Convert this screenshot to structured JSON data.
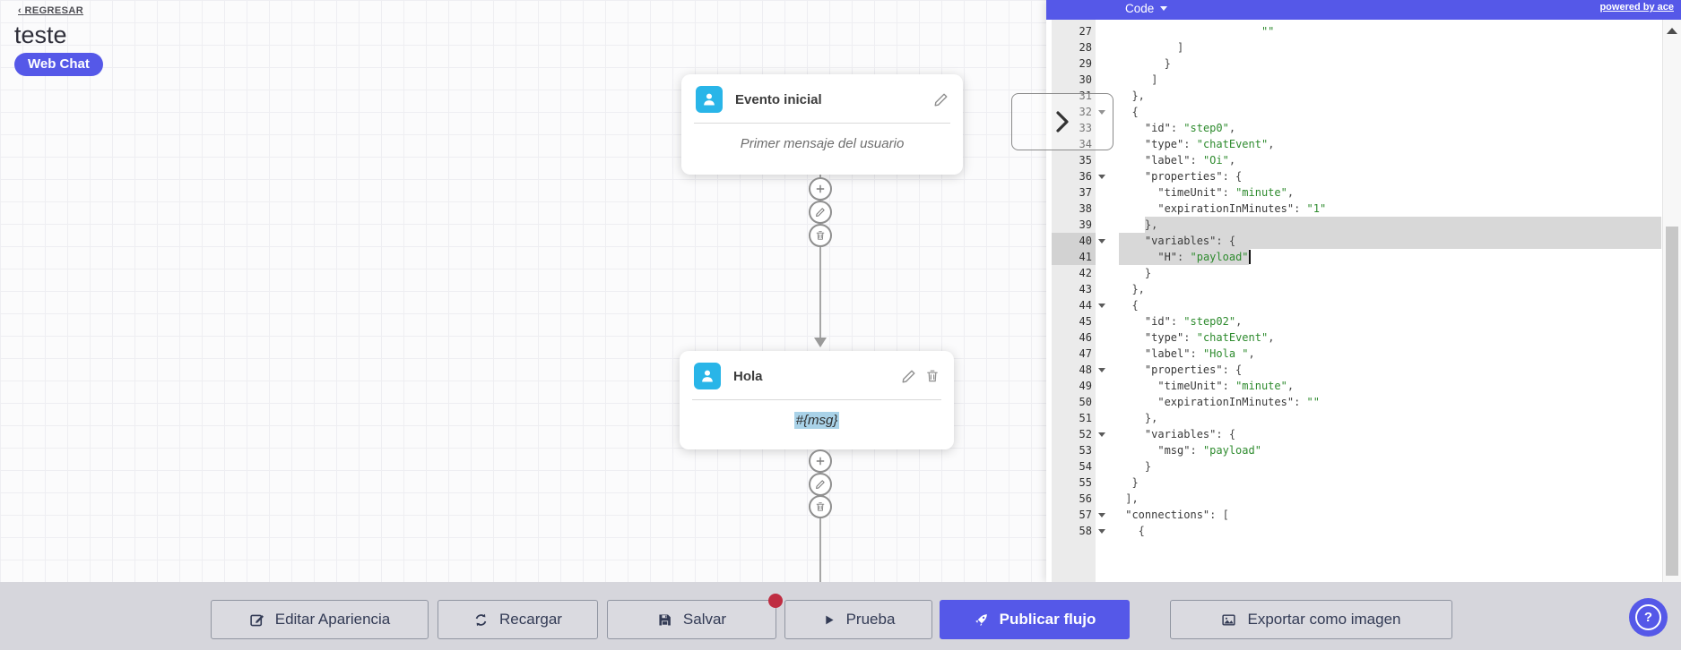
{
  "flow": {
    "back_link": "‹ REGRESAR",
    "title": "teste",
    "channel_badge": "Web Chat",
    "nodes": [
      {
        "title": "Evento inicial",
        "body": "Primer mensaje del usuario"
      },
      {
        "title": "Hola",
        "body": "#{msg}"
      }
    ]
  },
  "code_panel": {
    "title": "Code",
    "powered_by": "powered by ace",
    "cursor": {
      "line": 41,
      "ch": 20
    },
    "lines": [
      {
        "n": 27,
        "seg": [
          [
            "v",
            "                      \"\""
          ]
        ]
      },
      {
        "n": 28,
        "seg": [
          [
            "t",
            "         ]"
          ]
        ]
      },
      {
        "n": 29,
        "seg": [
          [
            "t",
            "       }"
          ]
        ]
      },
      {
        "n": 30,
        "seg": [
          [
            "t",
            "     ]"
          ]
        ]
      },
      {
        "n": 31,
        "seg": [
          [
            "t",
            "  },"
          ]
        ]
      },
      {
        "n": 32,
        "fold": true,
        "seg": [
          [
            "t",
            "  {"
          ]
        ]
      },
      {
        "n": 33,
        "seg": [
          [
            "t",
            "    "
          ],
          [
            "k",
            "\"id\""
          ],
          [
            "t",
            ": "
          ],
          [
            "v",
            "\"step0\""
          ],
          [
            "t",
            ","
          ]
        ]
      },
      {
        "n": 34,
        "seg": [
          [
            "t",
            "    "
          ],
          [
            "k",
            "\"type\""
          ],
          [
            "t",
            ": "
          ],
          [
            "v",
            "\"chatEvent\""
          ],
          [
            "t",
            ","
          ]
        ]
      },
      {
        "n": 35,
        "seg": [
          [
            "t",
            "    "
          ],
          [
            "k",
            "\"label\""
          ],
          [
            "t",
            ": "
          ],
          [
            "v",
            "\"Oi\""
          ],
          [
            "t",
            ","
          ]
        ]
      },
      {
        "n": 36,
        "fold": true,
        "seg": [
          [
            "t",
            "    "
          ],
          [
            "k",
            "\"properties\""
          ],
          [
            "t",
            ": {"
          ]
        ]
      },
      {
        "n": 37,
        "seg": [
          [
            "t",
            "      "
          ],
          [
            "k",
            "\"timeUnit\""
          ],
          [
            "t",
            ": "
          ],
          [
            "v",
            "\"minute\""
          ],
          [
            "t",
            ","
          ]
        ]
      },
      {
        "n": 38,
        "seg": [
          [
            "t",
            "      "
          ],
          [
            "k",
            "\"expirationInMinutes\""
          ],
          [
            "t",
            ": "
          ],
          [
            "v",
            "\"1\""
          ]
        ]
      },
      {
        "n": 39,
        "sel": {
          "start": 4,
          "toEdge": true
        },
        "seg": [
          [
            "t",
            "    },"
          ]
        ]
      },
      {
        "n": 40,
        "fold": true,
        "sel": {
          "start": 0,
          "toEdge": true,
          "active": true
        },
        "seg": [
          [
            "t",
            "    "
          ],
          [
            "k",
            "\"variables\""
          ],
          [
            "t",
            ": {"
          ]
        ]
      },
      {
        "n": 41,
        "sel": {
          "start": 0,
          "end": 20,
          "active": true
        },
        "seg": [
          [
            "t",
            "      "
          ],
          [
            "k",
            "\"H\""
          ],
          [
            "t",
            ": "
          ],
          [
            "v",
            "\"payload\""
          ]
        ]
      },
      {
        "n": 42,
        "seg": [
          [
            "t",
            "    }"
          ]
        ]
      },
      {
        "n": 43,
        "seg": [
          [
            "t",
            "  },"
          ]
        ]
      },
      {
        "n": 44,
        "fold": true,
        "seg": [
          [
            "t",
            "  {"
          ]
        ]
      },
      {
        "n": 45,
        "seg": [
          [
            "t",
            "    "
          ],
          [
            "k",
            "\"id\""
          ],
          [
            "t",
            ": "
          ],
          [
            "v",
            "\"step02\""
          ],
          [
            "t",
            ","
          ]
        ]
      },
      {
        "n": 46,
        "seg": [
          [
            "t",
            "    "
          ],
          [
            "k",
            "\"type\""
          ],
          [
            "t",
            ": "
          ],
          [
            "v",
            "\"chatEvent\""
          ],
          [
            "t",
            ","
          ]
        ]
      },
      {
        "n": 47,
        "seg": [
          [
            "t",
            "    "
          ],
          [
            "k",
            "\"label\""
          ],
          [
            "t",
            ": "
          ],
          [
            "v",
            "\"Hola \""
          ],
          [
            "t",
            ","
          ]
        ]
      },
      {
        "n": 48,
        "fold": true,
        "seg": [
          [
            "t",
            "    "
          ],
          [
            "k",
            "\"properties\""
          ],
          [
            "t",
            ": {"
          ]
        ]
      },
      {
        "n": 49,
        "seg": [
          [
            "t",
            "      "
          ],
          [
            "k",
            "\"timeUnit\""
          ],
          [
            "t",
            ": "
          ],
          [
            "v",
            "\"minute\""
          ],
          [
            "t",
            ","
          ]
        ]
      },
      {
        "n": 50,
        "seg": [
          [
            "t",
            "      "
          ],
          [
            "k",
            "\"expirationInMinutes\""
          ],
          [
            "t",
            ": "
          ],
          [
            "v",
            "\"\""
          ]
        ]
      },
      {
        "n": 51,
        "seg": [
          [
            "t",
            "    },"
          ]
        ]
      },
      {
        "n": 52,
        "fold": true,
        "seg": [
          [
            "t",
            "    "
          ],
          [
            "k",
            "\"variables\""
          ],
          [
            "t",
            ": {"
          ]
        ]
      },
      {
        "n": 53,
        "seg": [
          [
            "t",
            "      "
          ],
          [
            "k",
            "\"msg\""
          ],
          [
            "t",
            ": "
          ],
          [
            "v",
            "\"payload\""
          ]
        ]
      },
      {
        "n": 54,
        "seg": [
          [
            "t",
            "    }"
          ]
        ]
      },
      {
        "n": 55,
        "seg": [
          [
            "t",
            "  }"
          ]
        ]
      },
      {
        "n": 56,
        "seg": [
          [
            "t",
            " ],"
          ]
        ]
      },
      {
        "n": 57,
        "fold": true,
        "seg": [
          [
            "t",
            " "
          ],
          [
            "k",
            "\"connections\""
          ],
          [
            "t",
            ": ["
          ]
        ]
      },
      {
        "n": 58,
        "fold": true,
        "seg": [
          [
            "t",
            "   {"
          ]
        ]
      }
    ]
  },
  "toolbar": {
    "buttons": [
      {
        "label": "Editar Apariencia",
        "icon": "edit-icon"
      },
      {
        "label": "Recargar",
        "icon": "refresh-icon"
      },
      {
        "label": "Salvar",
        "icon": "save-icon",
        "unsaved_dot": true
      },
      {
        "label": "Prueba",
        "icon": "play-icon"
      },
      {
        "label": "Publicar flujo",
        "icon": "rocket-icon",
        "primary": true
      },
      {
        "label": "Exportar como imagen",
        "icon": "image-icon"
      }
    ]
  },
  "help": {
    "label": "?"
  },
  "icons": [
    "back-arrow-icon",
    "person-icon",
    "edit-pencil-icon",
    "trash-icon",
    "plus-icon",
    "dropdown-caret-icon",
    "collapse-chevron-icon",
    "scroll-up-icon",
    "edit-icon",
    "refresh-icon",
    "save-icon",
    "play-icon",
    "rocket-icon",
    "image-icon",
    "question-icon"
  ],
  "colors": {
    "accent": "#5558e8",
    "node_icon_bg": "#29b5e8",
    "code_string": "#2e8b2e",
    "selection": "#d8d8d8",
    "unsaved_dot": "#bf2d42"
  }
}
